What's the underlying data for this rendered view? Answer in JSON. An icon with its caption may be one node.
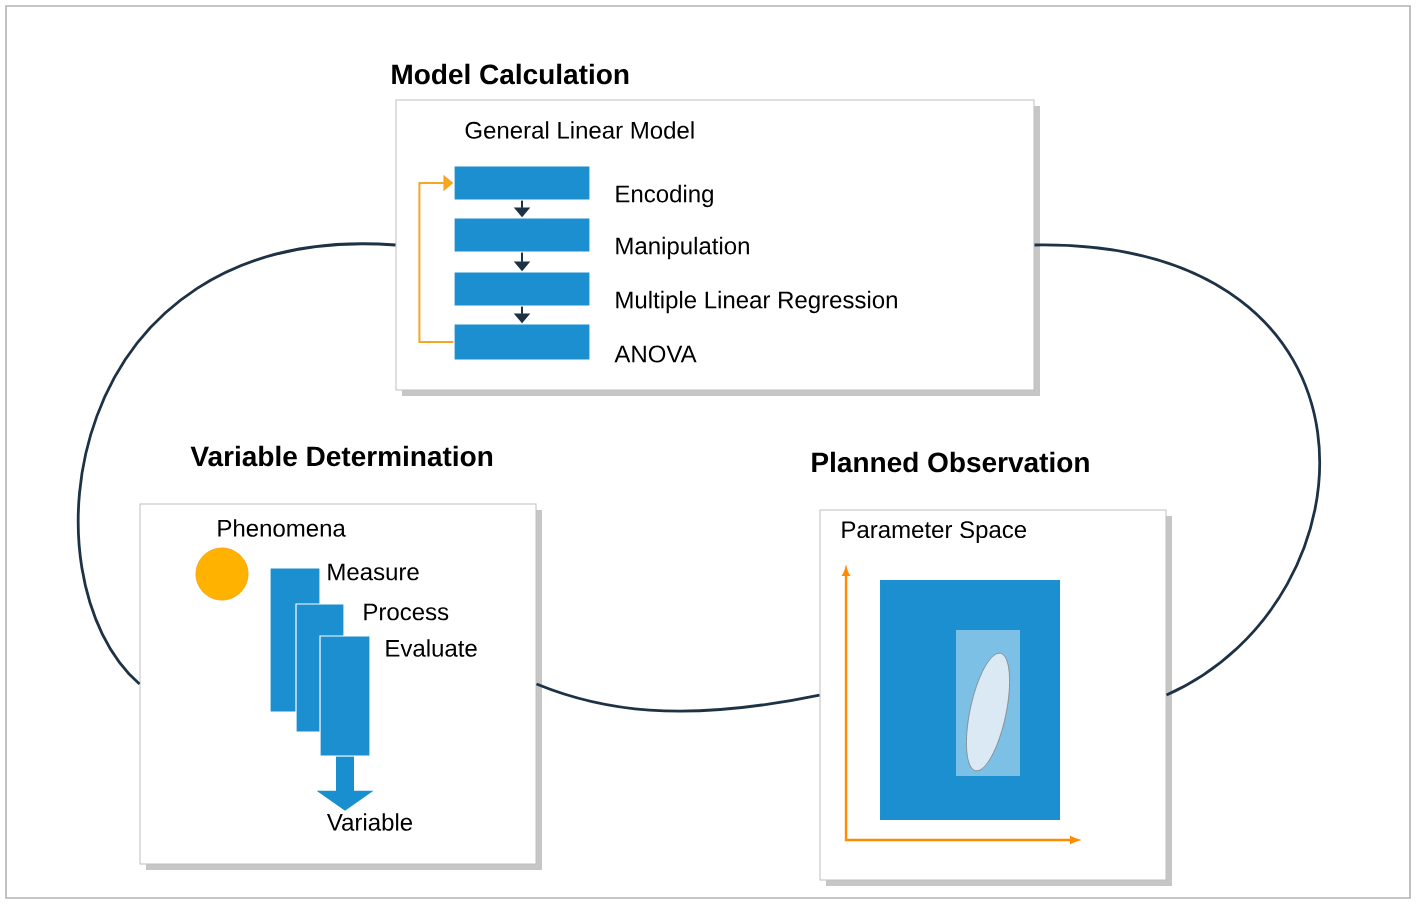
{
  "diagram": {
    "nodes": [
      {
        "text": [
          "Model Calculation",
          "General Linear Model"
        ]
      },
      {
        "text": [],
        "shape": "box",
        "beside": [
          "Encoding"
        ],
        "in": 0
      },
      {
        "text": [],
        "shape": "box",
        "beside": [
          "Manipulation"
        ],
        "in": 0
      },
      {
        "text": [],
        "shape": "box",
        "beside": [
          "Multiple Linear Regression"
        ],
        "in": 0
      },
      {
        "text": [],
        "shape": "box",
        "beside": [
          "ANOVA"
        ],
        "in": 0
      },
      {
        "text": [
          "Variable Determination"
        ]
      },
      {
        "text": [],
        "shape": "circle",
        "beside": [
          "Phenomena"
        ],
        "in": 5
      },
      {
        "text": [],
        "shape": "box",
        "beside": [
          "Measure"
        ],
        "in": 5
      },
      {
        "text": [],
        "shape": "box",
        "beside": [
          "Process"
        ],
        "in": 5
      },
      {
        "text": [],
        "shape": "box",
        "beside": [
          "Evaluate"
        ],
        "in": 5
      },
      {
        "text": [
          "Variable"
        ],
        "in": 5
      },
      {
        "text": [
          "Planned Observation",
          "Parameter Space"
        ]
      }
    ],
    "edges": [
      {
        "from": 1,
        "to": 2,
        "arrow": "to"
      },
      {
        "from": 2,
        "to": 3,
        "arrow": "to"
      },
      {
        "from": 3,
        "to": 4,
        "arrow": "to"
      },
      {
        "from": 4,
        "to": 1,
        "arrow": "to",
        "color": "#f5a623"
      },
      {
        "from": 9,
        "to": 10,
        "arrow": "to",
        "style": "thick",
        "color": "#1a8fd0"
      },
      {
        "from": 0,
        "to": 11,
        "arrow": "none"
      },
      {
        "from": 11,
        "to": 5,
        "arrow": "none"
      },
      {
        "from": 5,
        "to": 0,
        "arrow": "none"
      }
    ]
  }
}
